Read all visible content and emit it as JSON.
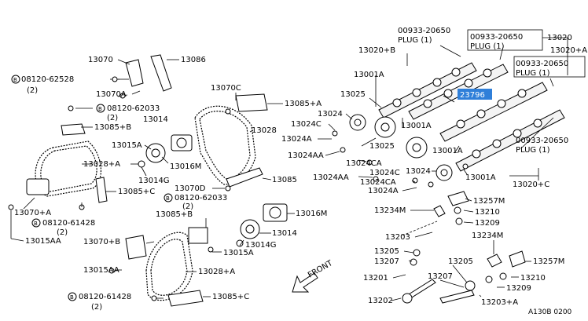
{
  "diagram": {
    "highlight_color": "#2f7fd9",
    "labels": {
      "p13070": "13070",
      "p13086": "13086",
      "p08120_62528": "08120-62528",
      "q2_a": "(2)",
      "p13070A": "13070A",
      "p08120_62033_a": "08120-62033",
      "q2_b": "(2)",
      "p13014_a": "13014",
      "p13085B_a": "13085+B",
      "p13015A_a": "13015A",
      "p13028A_a": "13028+A",
      "p13016M_a": "13016M",
      "p13014G_a": "13014G",
      "p13085C_a": "13085+C",
      "p13070A_b": "13070+A",
      "p08120_61428_a": "08120-61428",
      "q2_c": "(2)",
      "p13015AA_a": "13015AA",
      "p13070C": "13070C",
      "p13085A": "13085+A",
      "p13028": "13028",
      "p13085": "13085",
      "p13070D": "13070D",
      "p08120_62033_b": "08120-62033",
      "q2_d": "(2)",
      "p13085B_b": "13085+B",
      "p13016M_b": "13016M",
      "p13014_b": "13014",
      "p13014G_b": "13014G",
      "p13015A_b": "13015A",
      "p13070B": "13070+B",
      "p13015AA_b": "13015AA",
      "p13028A_b": "13028+A",
      "p08120_61428_b": "08120-61428",
      "q2_e": "(2)",
      "p13085C_b": "13085+C",
      "front": "FRONT",
      "p13025_a": "13025",
      "p13024": "13024",
      "p13024C_a": "13024C",
      "p13024A_a": "13024A",
      "p13024AA_a": "13024AA",
      "p13024CA_a": "13024CA",
      "p13024AA_b": "13024AA",
      "p13024C_b": "13024C",
      "p13024CA_b": "13024CA",
      "p13024A_b": "13024A",
      "p13025_b": "13025",
      "p13024_b": "13024",
      "p13001A_a": "13001A",
      "p13001A_b": "13001A",
      "p13001A_c": "13001A",
      "p13001A_d": "13001A",
      "p13020B": "13020+B",
      "p00933_a": "00933-20650",
      "plug_a": "PLUG (1)",
      "p00933_b": "00933-20650",
      "plug_b": "PLUG (1)",
      "p13020": "13020",
      "p13020A": "13020+A",
      "p00933_c": "00933-20650",
      "plug_c": "PLUG (1)",
      "p23796": "23796",
      "p00933_d": "00933-20650",
      "plug_d": "PLUG (1)",
      "p13020C": "13020+C",
      "p13257M_a": "13257M",
      "p13234M_a": "13234M",
      "p13210_a": "13210",
      "p13209_a": "13209",
      "p13203": "13203",
      "p13205_a": "13205",
      "p13207_a": "13207",
      "p13201": "13201",
      "p13202": "13202",
      "p13234M_b": "13234M",
      "p13205_b": "13205",
      "p13207_b": "13207",
      "p13257M_b": "13257M",
      "p13210_b": "13210",
      "p13209_b": "13209",
      "p13203A": "13203+A",
      "diagram_code": "A130B 0200"
    }
  }
}
